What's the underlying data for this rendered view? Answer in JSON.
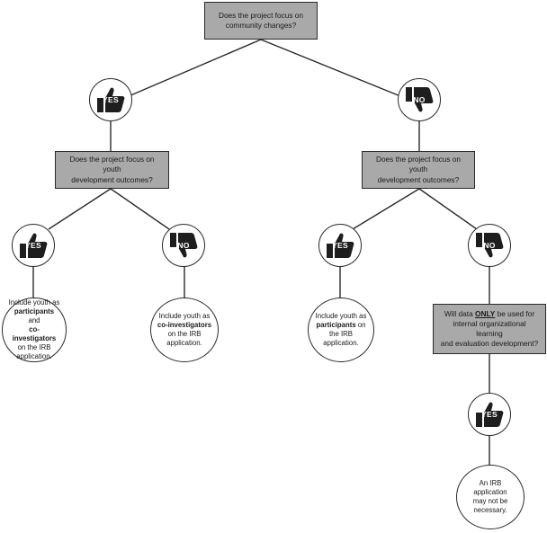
{
  "questions": {
    "root": {
      "lines": [
        "Does the project focus on",
        "community changes?"
      ]
    },
    "left": {
      "lines": [
        "Does the project focus on youth",
        "development outcomes?"
      ]
    },
    "right": {
      "lines": [
        "Does the project focus on youth",
        "development outcomes?"
      ]
    },
    "data_only": {
      "pre": "Will data ",
      "emph": "ONLY",
      "post": " be used for",
      "lines": [
        "internal organizational learning",
        "and evaluation development?"
      ]
    }
  },
  "badges": {
    "root_yes": {
      "label": "YES",
      "icon": "thumbs-up-icon"
    },
    "root_no": {
      "label": "NO",
      "icon": "thumbs-down-icon"
    },
    "left_yes": {
      "label": "YES",
      "icon": "thumbs-up-icon"
    },
    "left_no": {
      "label": "NO",
      "icon": "thumbs-down-icon"
    },
    "right_yes": {
      "label": "YES",
      "icon": "thumbs-up-icon"
    },
    "right_no": {
      "label": "NO",
      "icon": "thumbs-down-icon"
    },
    "data_yes": {
      "label": "YES",
      "icon": "thumbs-up-icon"
    }
  },
  "outcomes": {
    "participants_and_coinvestigators": {
      "line1": "Include youth as",
      "strong1": "participants",
      "mid": " and",
      "strong2": "co-investigators",
      "line3": "on the IRB",
      "line4": "application."
    },
    "coinvestigators": {
      "line1": "Include youth as",
      "strong": "co-investigators",
      "line3": "on the IRB",
      "line4": "application."
    },
    "participants": {
      "line1": "Include youth as",
      "strong": "participants",
      "tail": " on",
      "line3": "the IRB",
      "line4": "application."
    },
    "irb_not_necessary": {
      "line1": "An IRB application",
      "line2": "may not be",
      "line3": "necessary."
    }
  },
  "colors": {
    "question_fill": "#a9a9a9",
    "badge_fill": "#ffffff",
    "icon_fill": "#1e1e1e",
    "line": "#2a2a2a"
  }
}
